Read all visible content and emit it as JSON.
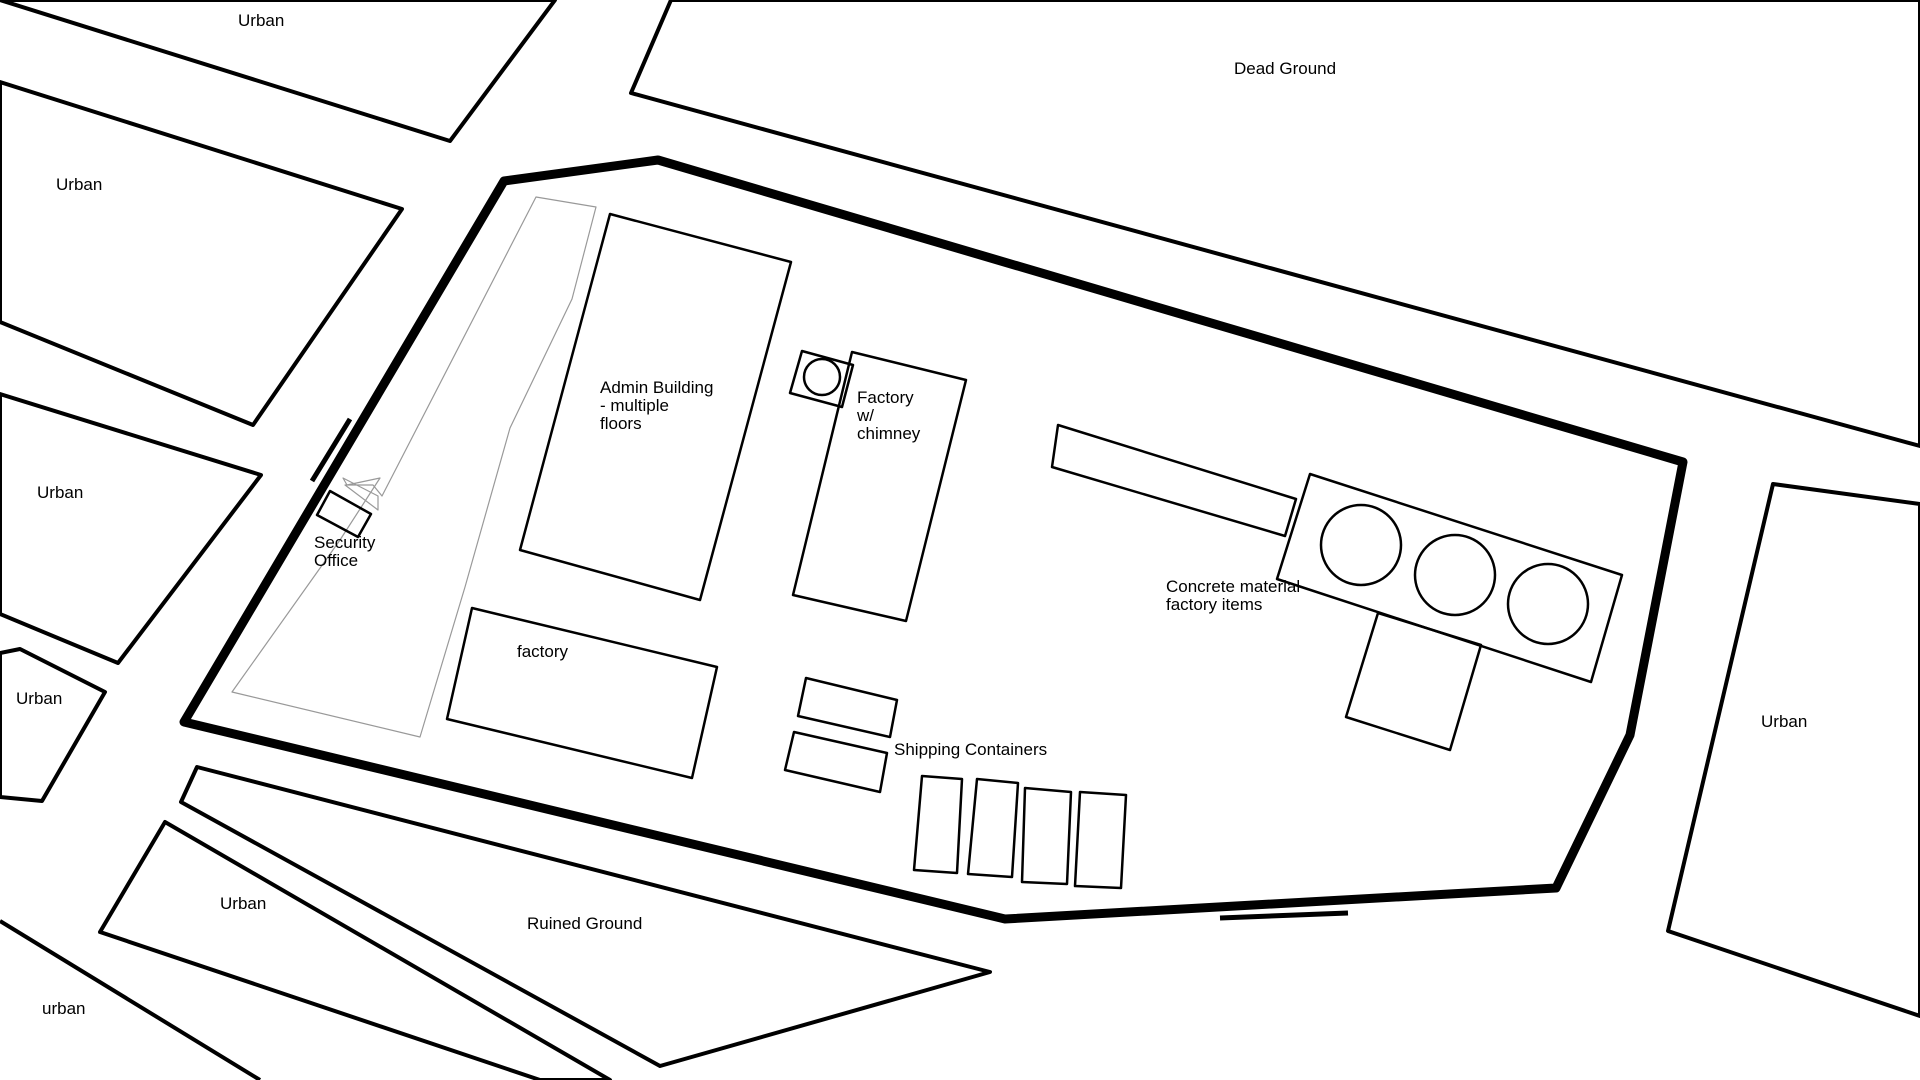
{
  "map": {
    "labels": {
      "urban_top": "Urban",
      "urban_left_upper": "Urban",
      "urban_left_mid": "Urban",
      "urban_left_small": "Urban",
      "urban_bottom_left": "Urban",
      "urban_bottom_corner": "urban",
      "urban_right": "Urban",
      "dead_ground": "Dead Ground",
      "ruined_ground": "Ruined Ground",
      "admin_building": [
        "Admin Building",
        "- multiple",
        "floors"
      ],
      "factory_chimney": [
        "Factory",
        "w/",
        "chimney"
      ],
      "security_office": [
        "Security",
        "Office"
      ],
      "factory": "factory",
      "shipping_containers": "Shipping Containers",
      "concrete_factory": [
        "Concrete material",
        "factory items"
      ]
    }
  }
}
